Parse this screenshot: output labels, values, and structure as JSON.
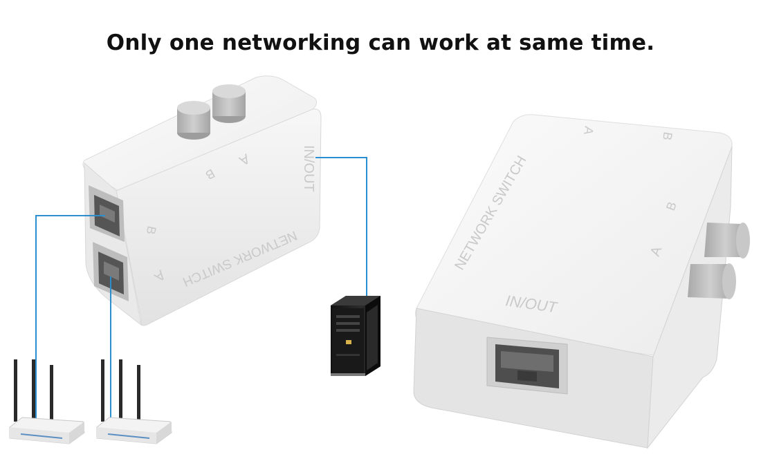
{
  "headline": "Only one networking can work at same time.",
  "left_switch": {
    "label": "NETWORK SWITCH",
    "port_out_label": "IN/OUT",
    "button_a_label": "A",
    "button_b_label": "B",
    "port_a_label": "A",
    "port_b_label": "B"
  },
  "right_switch": {
    "label": "NETWORK SWITCH",
    "port_out_label": "IN/OUT",
    "top_a_label": "A",
    "top_b_label": "B",
    "side_a_label": "A",
    "side_b_label": "B"
  },
  "colors": {
    "cable": "#2a8fd0",
    "device_body": "#f1f1f1",
    "button": "#b9b9b9",
    "port": "#5a5a5a",
    "computer": "#1f1f1f"
  }
}
